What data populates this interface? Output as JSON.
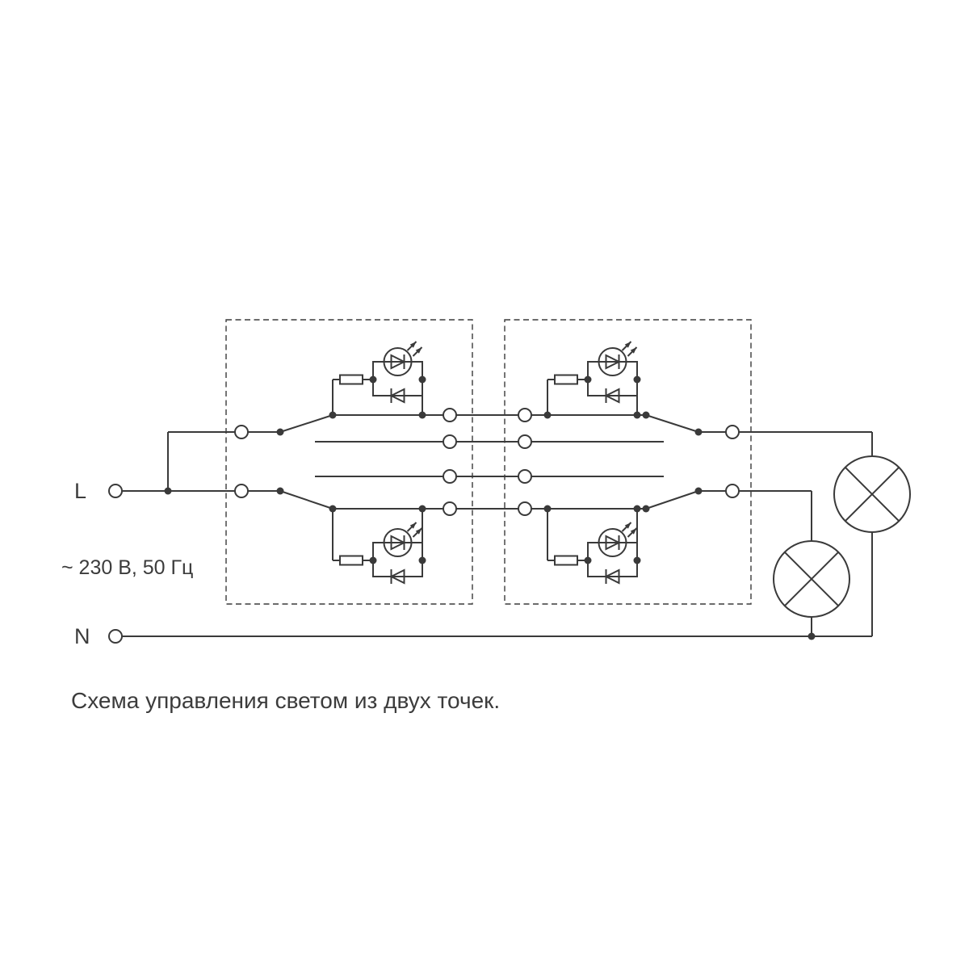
{
  "diagram": {
    "caption": "Схема управления светом из двух точек.",
    "labels": {
      "line_terminal": "L",
      "neutral_terminal": "N",
      "supply_rating": "~ 230 В, 50 Гц"
    },
    "colors": {
      "stroke": "#3a3a3a",
      "text": "#3c3c3c",
      "background": "#ffffff"
    },
    "components": {
      "switch_units": 2,
      "lamps": 2,
      "led_indicators": 4,
      "traveler_wires": 4
    }
  }
}
